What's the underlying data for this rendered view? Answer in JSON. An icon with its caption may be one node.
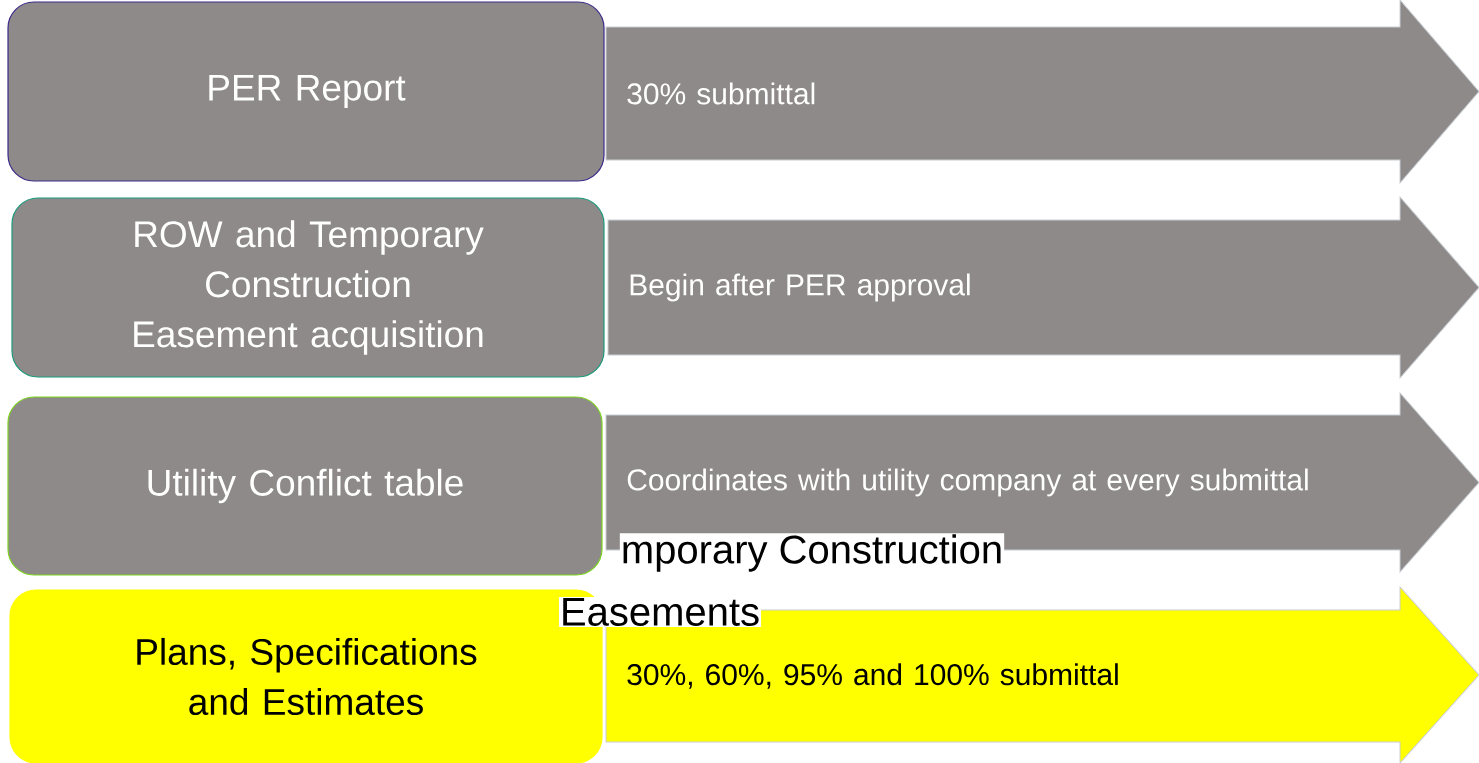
{
  "diagram": {
    "nodes": [
      {
        "text": [
          "PER Report"
        ]
      },
      {
        "text": [
          "30% submittal"
        ]
      },
      {
        "text": [
          "ROW and Temporary Construction Easement acquisition"
        ]
      },
      {
        "text": [
          "Begin after PER approval"
        ]
      },
      {
        "text": [
          "Utility Conflict table"
        ]
      },
      {
        "text": [
          "Coordinates with utility company at every submittal"
        ]
      },
      {
        "text": [
          "Plans, Specifications and Estimates"
        ]
      },
      {
        "text": [
          "30%, 60%, 95% and 100% submittal"
        ]
      }
    ],
    "labels": [
      "mporary Construction",
      "Easements"
    ]
  }
}
